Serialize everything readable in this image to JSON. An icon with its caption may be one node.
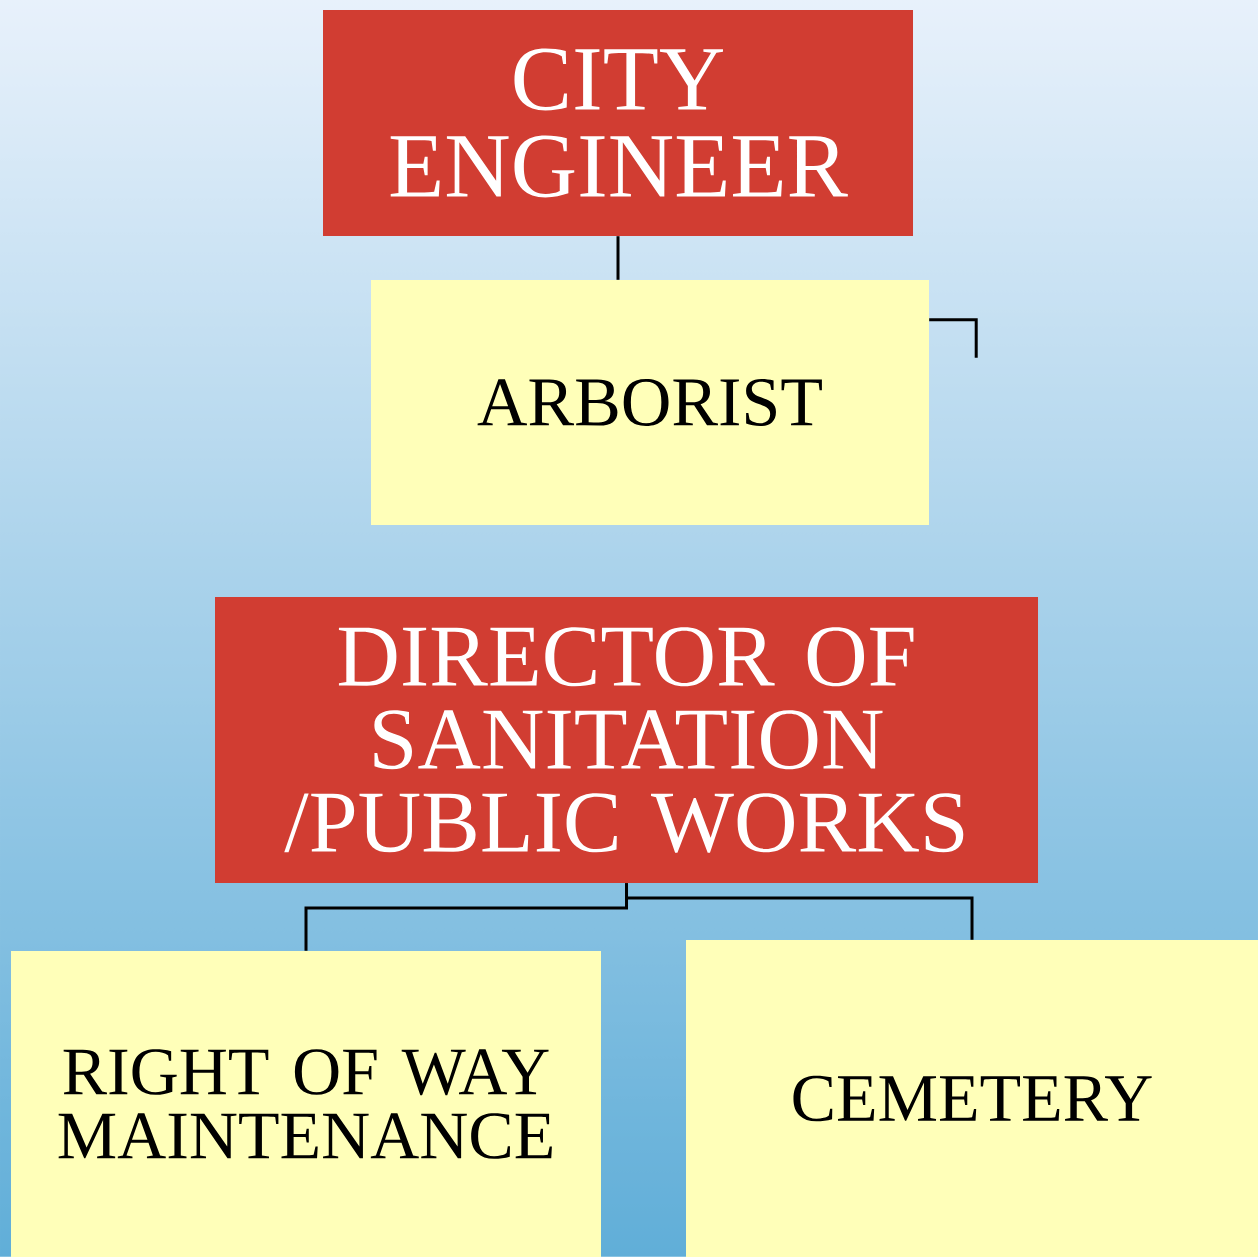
{
  "diagram": {
    "nodes": [
      {
        "text": [
          "CITY ENGINEER"
        ]
      },
      {
        "text": [
          "ARBORIST"
        ]
      },
      {
        "text": [
          "DIRECTOR OF SANITATION /PUBLIC WORKS"
        ]
      },
      {
        "text": [
          "RIGHT OF WAY MAINTENANCE"
        ]
      },
      {
        "text": [
          "CEMETERY"
        ]
      }
    ],
    "edges": [
      {
        "from": 0,
        "to": 1,
        "arrow": "none"
      },
      {
        "from": 1,
        "to": null,
        "arrow": "none"
      },
      {
        "from": 2,
        "to": 3,
        "arrow": "none"
      },
      {
        "from": 2,
        "to": 4,
        "arrow": "none"
      }
    ]
  }
}
